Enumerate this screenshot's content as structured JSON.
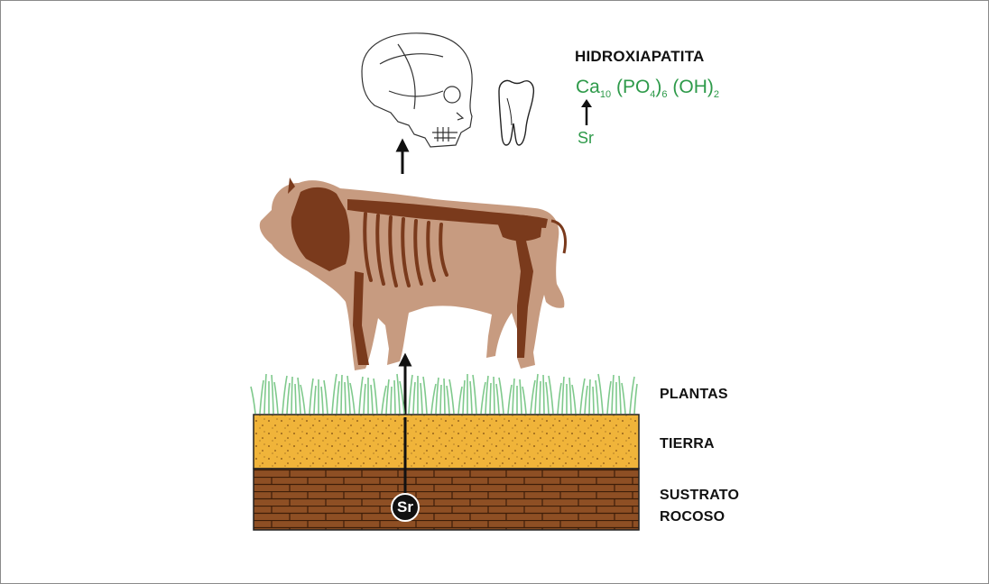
{
  "title": "HIDROXIAPATITA",
  "formula": {
    "ca": "Ca",
    "ca_sub": "10",
    "po": "(PO",
    "po_sub": "4",
    "po_close": ")",
    "po_close_sub": "6",
    "oh": "(OH)",
    "oh_sub": "2"
  },
  "formula_substitute": "Sr",
  "layers": {
    "plants": "PLANTAS",
    "soil": "TIERRA",
    "bedrock_line1": "SUSTRATO",
    "bedrock_line2": "ROCOSO"
  },
  "source_badge": "Sr",
  "icons": [
    "skull-icon",
    "tooth-icon",
    "bison-skeleton-icon",
    "grass-icon",
    "up-arrow-icon"
  ],
  "colors": {
    "formula_green": "#2e9a4a",
    "soil": "#f0b43a",
    "rock": "#8b4a1f",
    "bison_body": "#c79b80",
    "bison_bones": "#7a3a1c",
    "grass": "#7fc98c"
  }
}
